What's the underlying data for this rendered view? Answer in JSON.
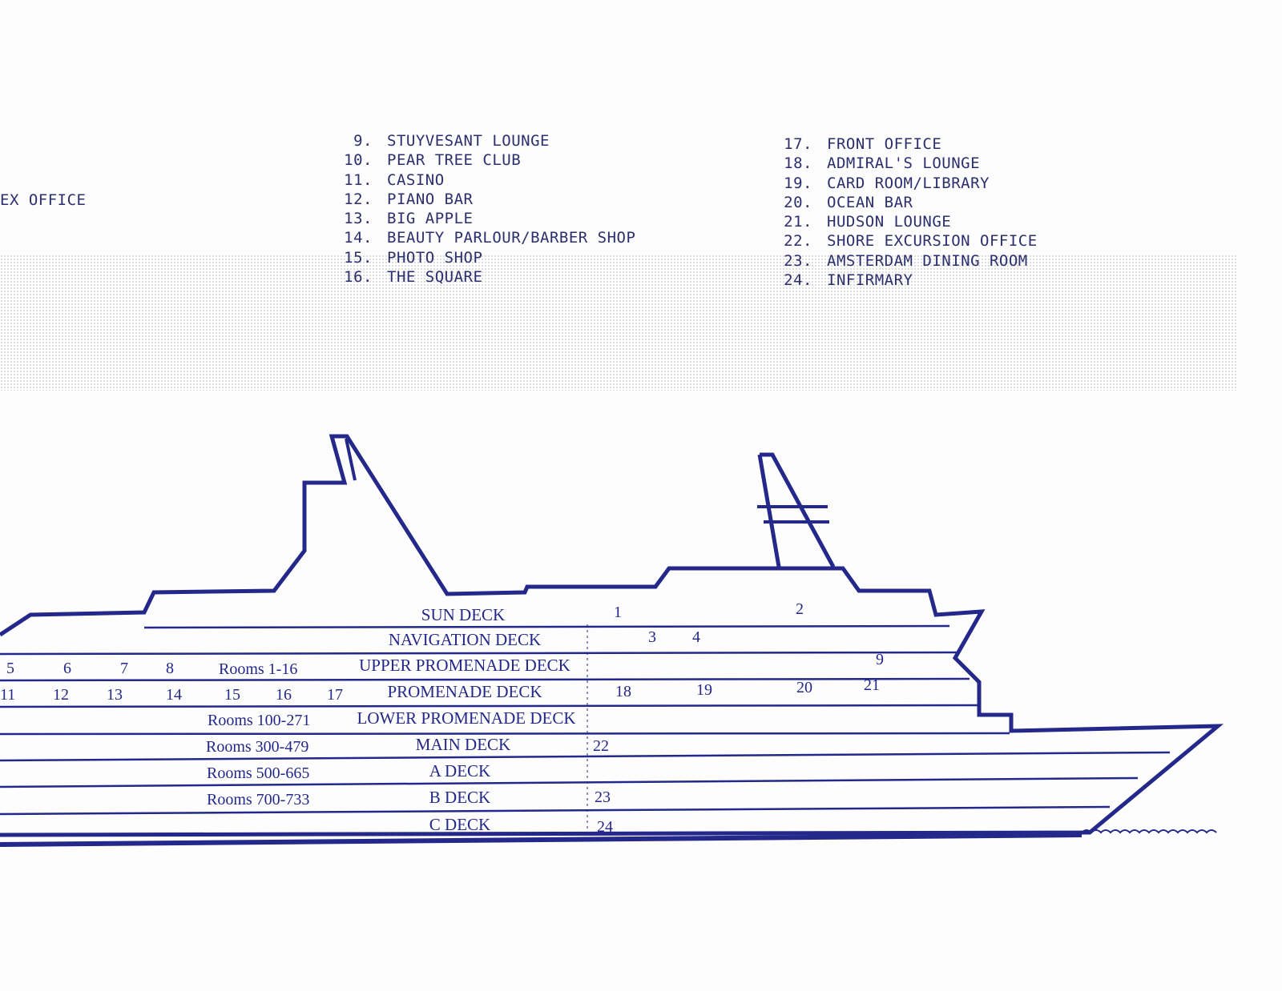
{
  "legend": {
    "partial_item": "EX OFFICE",
    "column_2": [
      {
        "num": "9.",
        "name": "STUYVESANT LOUNGE"
      },
      {
        "num": "10.",
        "name": "PEAR TREE CLUB"
      },
      {
        "num": "11.",
        "name": "CASINO"
      },
      {
        "num": "12.",
        "name": "PIANO BAR"
      },
      {
        "num": "13.",
        "name": "BIG APPLE"
      },
      {
        "num": "14.",
        "name": "BEAUTY PARLOUR/BARBER SHOP"
      },
      {
        "num": "15.",
        "name": "PHOTO SHOP"
      },
      {
        "num": "16.",
        "name": "THE SQUARE"
      }
    ],
    "column_3": [
      {
        "num": "17.",
        "name": "FRONT OFFICE"
      },
      {
        "num": "18.",
        "name": "ADMIRAL'S LOUNGE"
      },
      {
        "num": "19.",
        "name": "CARD ROOM/LIBRARY"
      },
      {
        "num": "20.",
        "name": "OCEAN BAR"
      },
      {
        "num": "21.",
        "name": "HUDSON LOUNGE"
      },
      {
        "num": "22.",
        "name": "SHORE EXCURSION OFFICE"
      },
      {
        "num": "23.",
        "name": "AMSTERDAM DINING ROOM"
      },
      {
        "num": "24.",
        "name": "INFIRMARY"
      }
    ]
  },
  "ship": {
    "decks": {
      "sun": "SUN DECK",
      "navigation": "NAVIGATION DECK",
      "upper_promenade": "UPPER PROMENADE DECK",
      "promenade": "PROMENADE DECK",
      "lower_promenade": "LOWER PROMENADE DECK",
      "main": "MAIN DECK",
      "a": "A DECK",
      "b": "B DECK",
      "c": "C DECK"
    },
    "rooms": {
      "upper_promenade": "Rooms 1-16",
      "lower_promenade": "Rooms 100-271",
      "main": "Rooms 300-479",
      "a": "Rooms 500-665",
      "b": "Rooms 700-733"
    },
    "markers": {
      "m1": "1",
      "m2": "2",
      "m3": "3",
      "m4": "4",
      "m5": "5",
      "m6": "6",
      "m7": "7",
      "m8": "8",
      "m9": "9",
      "m11": "11",
      "m12": "12",
      "m13": "13",
      "m14": "14",
      "m15": "15",
      "m16": "16",
      "m17": "17",
      "m18": "18",
      "m19": "19",
      "m20": "20",
      "m21": "21",
      "m22": "22",
      "m23": "23",
      "m24": "24"
    }
  },
  "colors": {
    "ink": "#23288a",
    "legend_text": "#2b2f6e",
    "paper": "#fdfdfd"
  }
}
